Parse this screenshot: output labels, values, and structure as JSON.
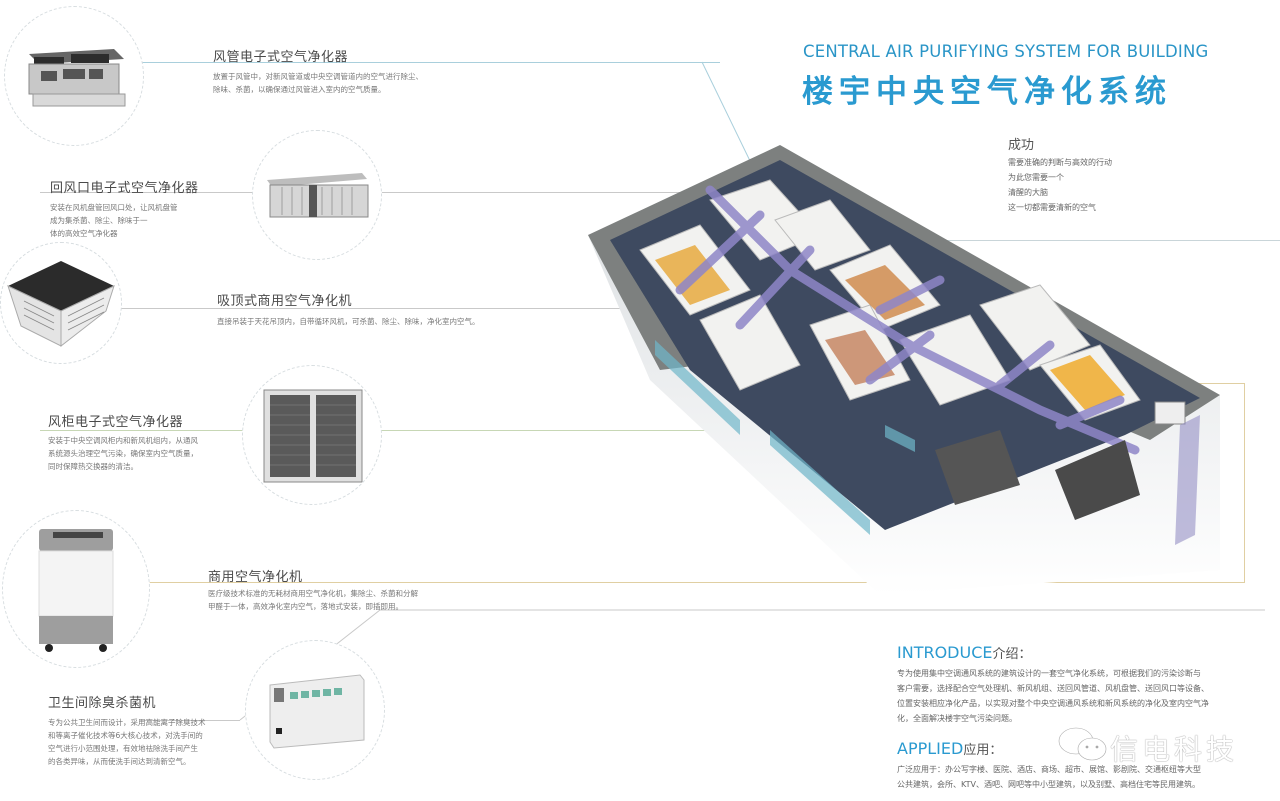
{
  "header": {
    "title_en": "CENTRAL AIR PURIFYING SYSTEM FOR BUILDING",
    "title_cn": "楼宇中央空气净化系统"
  },
  "products": [
    {
      "title": "风管电子式空气净化器",
      "desc": [
        "放置于风管中，对新风管道或中央空调管道内的空气进行除尘、",
        "除味、杀菌，以确保通过风管进入室内的空气质量。"
      ]
    },
    {
      "title": "回风口电子式空气净化器",
      "desc": [
        "安装在风机盘管回风口处，让风机盘管",
        "成为集杀菌、除尘、除味于一",
        "体的高效空气净化器"
      ]
    },
    {
      "title": "吸顶式商用空气净化机",
      "desc": [
        "直接吊装于天花吊顶内，自带循环风机，可杀菌、除尘、除味，净化室内空气。"
      ]
    },
    {
      "title": "风柜电子式空气净化器",
      "desc": [
        "安装于中央空调风柜内和新风机组内，从通风",
        "系统源头治理空气污染，确保室内空气质量，",
        "同时保障热交换器的清洁。"
      ]
    },
    {
      "title": "商用空气净化机",
      "desc": [
        "医疗级技术标准的无耗材商用空气净化机，集除尘、杀菌和分解",
        "甲醛于一体，高效净化室内空气，落地式安装，即插即用。"
      ]
    },
    {
      "title": "卫生间除臭杀菌机",
      "desc": [
        "专为公共卫生间而设计，采用高能离子除臭技术",
        "和等离子催化技术等6大核心技术，对洗手间的",
        "空气进行小范围处理，有效地祛除洗手间产生",
        "的各类异味，从而使洗手间达到清新空气。"
      ]
    }
  ],
  "success": {
    "title": "成功",
    "lines": [
      "需要准确的判断与高效的行动",
      "为此您需要一个",
      "清醒的大脑",
      "这一切都需要清新的空气"
    ]
  },
  "introduce": {
    "label_en": "INTRODUCE",
    "label_cn": "介绍：",
    "text": [
      "专为使用集中空调通风系统的建筑设计的一套空气净化系统，可根据我们的污染诊断与",
      "客户需要，选择配合空气处理机、新风机组、送回风管道、风机盘管、送回风口等设备、",
      "位置安装相应净化产品，以实现对整个中央空调通风系统和新风系统的净化及室内空气净",
      "化，全面解决楼宇空气污染问题。"
    ]
  },
  "applied": {
    "label_en": "APPLIED",
    "label_cn": "应用：",
    "text": [
      "广泛应用于：办公写字楼、医院、酒店、商场、超市、展馆、影剧院、交通枢纽等大型",
      "公共建筑，会所、KTV、酒吧、网吧等中小型建筑，以及别墅、高档住宅等民用建筑。"
    ]
  },
  "watermark": "信电科技",
  "colors": {
    "accent": "#2a9ad0",
    "line_blue": "#a9cfdc",
    "line_gray": "#c9c9c9",
    "line_green": "#c7d7b5",
    "line_gold": "#e0cfa2",
    "duct": "#8f86c8"
  }
}
